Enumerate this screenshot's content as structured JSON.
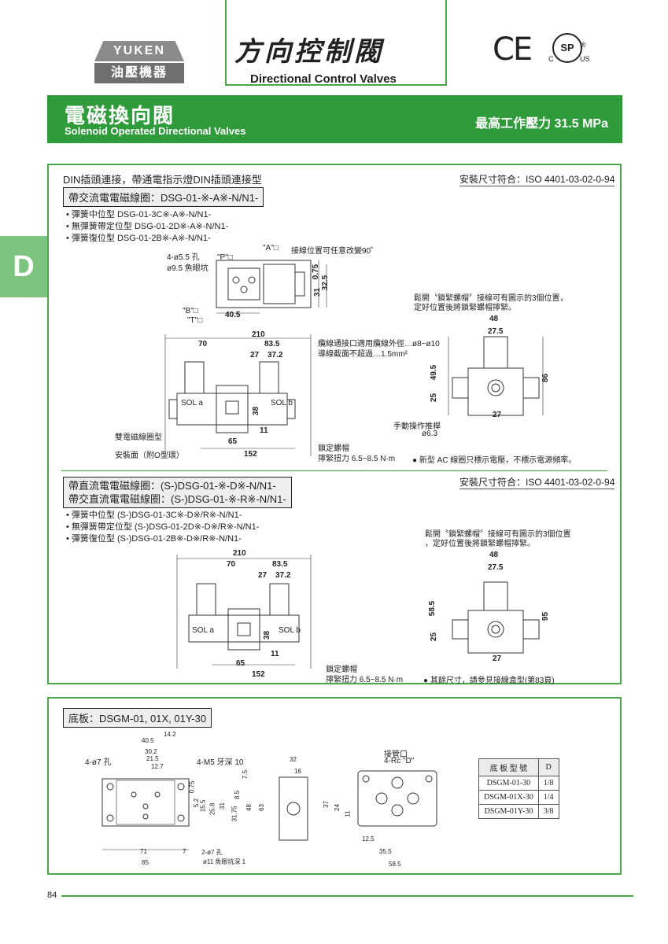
{
  "header": {
    "logo_top": "YUKEN",
    "logo_bottom": "油壓機器",
    "title_cn": "方向控制閥",
    "title_en": "Directional Control Valves",
    "ce_mark": "CE",
    "csa_mark": "SP",
    "csa_c": "C",
    "csa_us": "US",
    "csa_r": "®"
  },
  "banner": {
    "title_cn": "電磁換向閥",
    "title_en": "Solenoid Operated Directional Valves",
    "max_pressure": "最高工作壓力  31.5 MPa"
  },
  "side_tab": "D",
  "section1": {
    "heading": "DIN插頭連接，帶通電指示燈DIN插頭連接型",
    "standard": "安裝尺寸符合：ISO 4401-03-02-0-94",
    "label": "帶交流電電磁線圈：DSG-01-※-A※-N/N1-",
    "models": [
      "• 彈簧中位型  DSG-01-3C※-A※-N/N1-",
      "• 無彈簧帶定位型  DSG-01-2D※-A※-N/N1-",
      "• 彈簧復位型  DSG-01-2B※-A※-N/N1-"
    ],
    "callouts": {
      "holes": "4-ø5.5 孔",
      "spot": "ø9.5 魚眼坑",
      "p": "\"P\"□",
      "a": "\"A\"□",
      "b": "\"B\"□",
      "t": "\"T\"□",
      "wiring": "接線位置可任意改變90˚",
      "cable": "纜線通接口適用纜線外徑…ø8~ø10",
      "cable2": "導線截面不超過…1.5mm²",
      "lock_note": "鬆開〝鎖緊螺帽〞接線可有圖示的3個位置，",
      "lock_note2": "定好位置後將鎖緊螺帽擰緊。",
      "double_coil": "雙電磁線圈型",
      "mount_ring": "安裝面（附O型環）",
      "lock_nut": "鎖定螺帽",
      "torque": "擰緊扭力 6.5~8.5 N·m",
      "manual": "手動操作推桿",
      "manual_d": "ø6.3",
      "sola": "SOL a",
      "solb": "SOL b",
      "note": "新型 AC 線圈只標示電壓，不標示電源頻率。"
    },
    "dims": {
      "d210": "210",
      "d70": "70",
      "d835": "83.5",
      "d27": "27",
      "d372": "37.2",
      "d38": "38",
      "d11": "11",
      "d65": "65",
      "d152": "152",
      "d405": "40.5",
      "d075": "0.75",
      "d31": "31",
      "d325": "32.5",
      "d48": "48",
      "d275": "27.5",
      "d495": "49.5",
      "d25": "25",
      "d86": "86",
      "d27b": "27"
    }
  },
  "section2": {
    "label1": "帶直流電電磁線圈：(S-)DSG-01-※-D※-N/N1-",
    "label2": "帶交直流電電磁線圈：(S-)DSG-01-※-R※-N/N1-",
    "standard": "安裝尺寸符合：ISO 4401-03-02-0-94",
    "models": [
      "• 彈簧中位型  (S-)DSG-01-3C※-D※/R※-N/N1-",
      "• 無彈簧帶定位型  (S-)DSG-01-2D※-D※/R※-N/N1-",
      "• 彈簧復位型  (S-)DSG-01-2B※-D※/R※-N/N1-"
    ],
    "lock_note": "鬆開〝鎖緊螺帽〞接線可有圖示的3個位置",
    "lock_note2": "，定好位置後將鎖緊螺帽擰緊。",
    "lock_nut": "鎖定螺帽",
    "torque": "擰緊扭力 6.5~8.5 N·m",
    "note": "其餘尺寸，請參見接線盒型(第83頁)",
    "dims": {
      "d585": "58.5",
      "d95": "95"
    }
  },
  "section3": {
    "label": "底板：DSGM-01, 01X, 01Y-30",
    "callouts": {
      "holes": "4-ø7 孔",
      "tap": "4-M5 牙深 10",
      "port": "接管口",
      "port2": "4-Rc \"D\"",
      "holes2": "2-ø7 孔",
      "spot2": "ø11 魚眼坑深 1"
    },
    "dims": {
      "d142": "14.2",
      "d405": "40.5",
      "d302": "30.2",
      "d215": "21.5",
      "d127": "12.7",
      "d75": "7.5",
      "d075": "0.75",
      "d52": "5.2",
      "d155": "15.5",
      "d258": "25.8",
      "d31": "31",
      "d3175": "31.75",
      "d85": "8.5",
      "d48": "48",
      "d63": "63",
      "d71": "71",
      "d7": "7",
      "d85b": "85",
      "d32": "32",
      "d16": "16",
      "d37": "37",
      "d24": "24",
      "d11": "11",
      "d125": "12.5",
      "d355": "35.5",
      "d585": "58.5"
    },
    "table": {
      "headers": [
        "底 板 型 號",
        "D"
      ],
      "rows": [
        [
          "DSGM-01-30",
          "1/8"
        ],
        [
          "DSGM-01X-30",
          "1/4"
        ],
        [
          "DSGM-01Y-30",
          "3/8"
        ]
      ]
    }
  },
  "page_number": "84"
}
